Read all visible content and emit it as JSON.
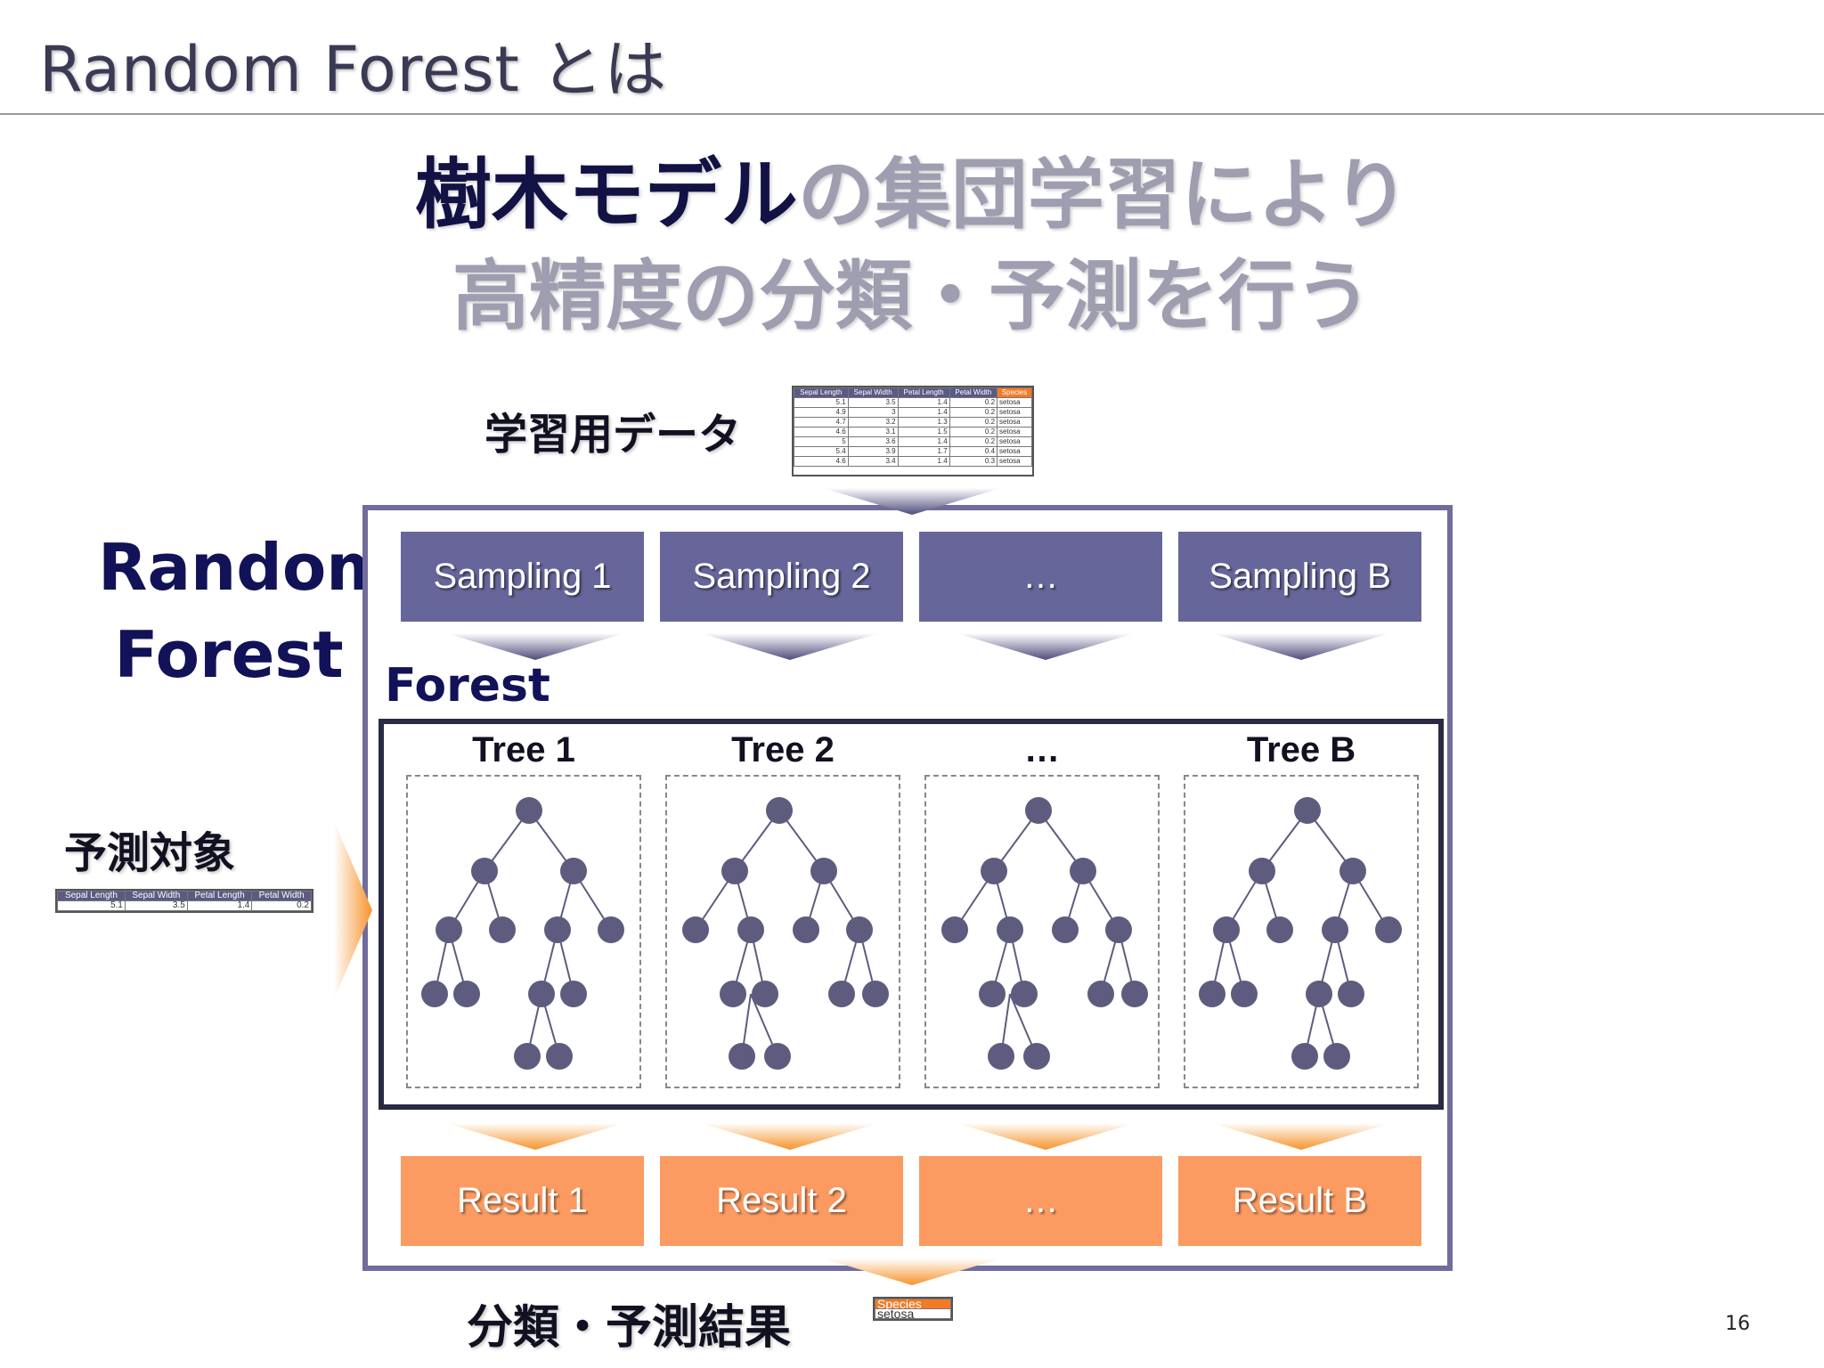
{
  "slide": {
    "title": "Random Forest とは",
    "headline_line1_strong": "樹木モデル",
    "headline_line1_rest": "の集団学習により",
    "headline_line2": "高精度の分類・予測を行う",
    "page_number": "16"
  },
  "diagram": {
    "training_data_label": "学習用データ",
    "random_forest_label_line1": "Random",
    "random_forest_label_line2": "Forest",
    "forest_label": "Forest",
    "prediction_target_label": "予測対象",
    "result_label": "分類・予測結果",
    "samplings": [
      "Sampling 1",
      "Sampling 2",
      "…",
      "Sampling B"
    ],
    "trees": [
      "Tree 1",
      "Tree 2",
      "…",
      "Tree B"
    ],
    "results": [
      "Result 1",
      "Result 2",
      "…",
      "Result B"
    ]
  },
  "training_table": {
    "headers": [
      "Sepal Length",
      "Sepal Width",
      "Petal Length",
      "Petal Width",
      "Species"
    ],
    "rows": [
      [
        "5.1",
        "3.5",
        "1.4",
        "0.2",
        "setosa"
      ],
      [
        "4.9",
        "3",
        "1.4",
        "0.2",
        "setosa"
      ],
      [
        "4.7",
        "3.2",
        "1.3",
        "0.2",
        "setosa"
      ],
      [
        "4.6",
        "3.1",
        "1.5",
        "0.2",
        "setosa"
      ],
      [
        "5",
        "3.6",
        "1.4",
        "0.2",
        "setosa"
      ],
      [
        "5.4",
        "3.9",
        "1.7",
        "0.4",
        "setosa"
      ],
      [
        "4.6",
        "3.4",
        "1.4",
        "0.3",
        "setosa"
      ]
    ]
  },
  "target_table": {
    "headers": [
      "Sepal Length",
      "Sepal Width",
      "Petal Length",
      "Petal Width"
    ],
    "row": [
      "5.1",
      "3.5",
      "1.4",
      "0.2"
    ]
  },
  "result_table": {
    "header": "Species",
    "value": "setosa"
  },
  "colors": {
    "sampling_fill": "#67669a",
    "result_fill": "#fb9b62",
    "node_fill": "#5e5c7e",
    "frame": "#706c9c",
    "title_navy": "#121258"
  }
}
